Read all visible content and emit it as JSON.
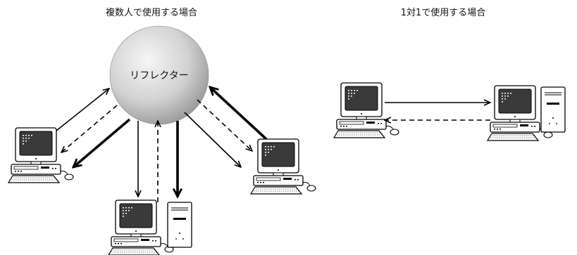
{
  "diagram": {
    "left_title": "複数人で使用する場合",
    "right_title": "1対1で使用する場合",
    "reflector_label": "リフレクター"
  },
  "colors": {
    "line": "#000000",
    "sphere_light": "#f4f4f4",
    "sphere_dark": "#9a9a9a",
    "screen": "#3a3a3a",
    "body": "#ffffff"
  }
}
